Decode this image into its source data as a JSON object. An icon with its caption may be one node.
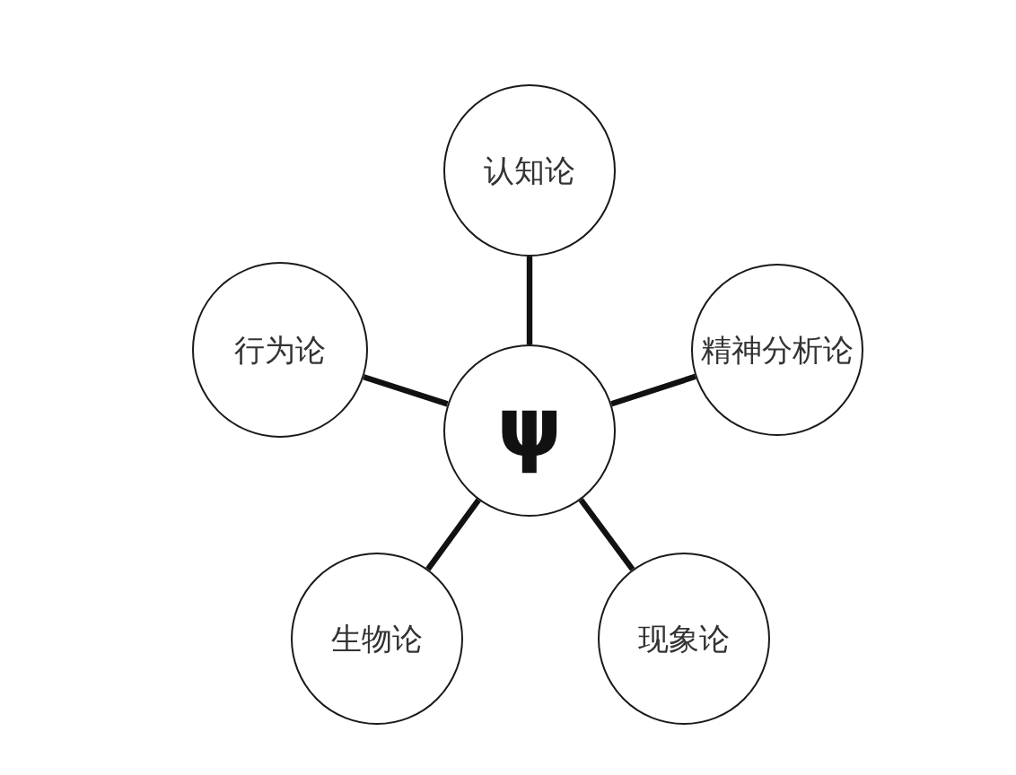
{
  "diagram": {
    "nodes": [
      {
        "text": [
          "认知论"
        ]
      },
      {
        "text": [
          "行为论"
        ]
      },
      {
        "text": [
          "ψ"
        ]
      },
      {
        "text": [
          "精神分析论"
        ]
      },
      {
        "text": [
          "生物论"
        ]
      },
      {
        "text": [
          "现象论"
        ]
      }
    ],
    "edges": [
      {
        "from": 2,
        "to": 0,
        "arrow": "none"
      },
      {
        "from": 2,
        "to": 1,
        "arrow": "none"
      },
      {
        "from": 2,
        "to": 3,
        "arrow": "none"
      },
      {
        "from": 2,
        "to": 4,
        "arrow": "none"
      },
      {
        "from": 2,
        "to": 5,
        "arrow": "none"
      }
    ]
  }
}
